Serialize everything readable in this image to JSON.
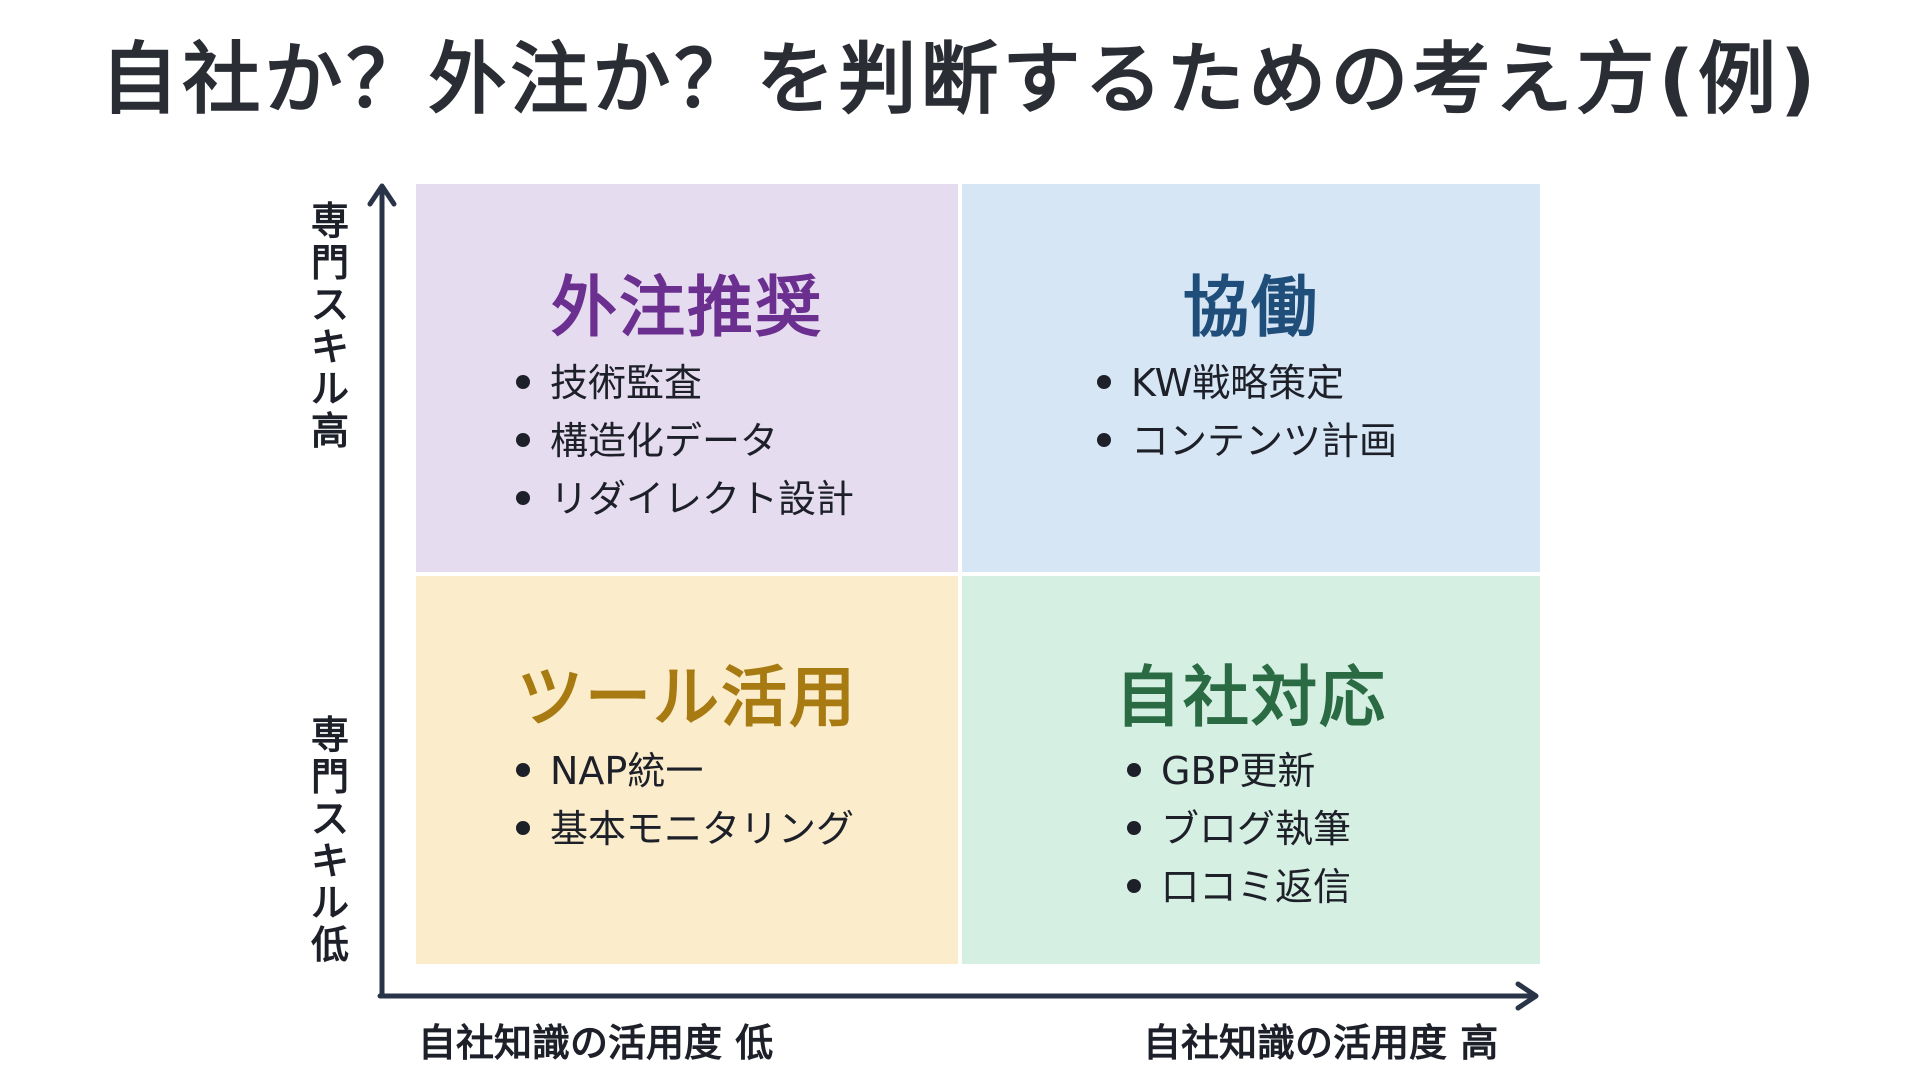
{
  "title": "自社か？外注か？を判断するための考え方(例)",
  "axes": {
    "y_high": "専門スキル高",
    "y_low": "専門スキル低",
    "x_low": "自社知識の活用度 低",
    "x_high": "自社知識の活用度 高",
    "color": "#2a3448"
  },
  "quadrants": {
    "top_left": {
      "title": "外注推奨",
      "color": "#6b2f8f",
      "background": "#e6dcf0",
      "items": [
        "技術監査",
        "構造化データ",
        "リダイレクト設計"
      ]
    },
    "top_right": {
      "title": "協働",
      "color": "#1f4e7a",
      "background": "#d7e6f5",
      "items": [
        "KW戦略策定",
        "コンテンツ計画"
      ]
    },
    "bottom_left": {
      "title": "ツール活用",
      "color": "#a87a12",
      "background": "#fbeccb",
      "items": [
        "NAP統一",
        "基本モニタリング"
      ]
    },
    "bottom_right": {
      "title": "自社対応",
      "color": "#2b6b44",
      "background": "#d6efe3",
      "items": [
        "GBP更新",
        "ブログ執筆",
        "口コミ返信"
      ]
    }
  }
}
